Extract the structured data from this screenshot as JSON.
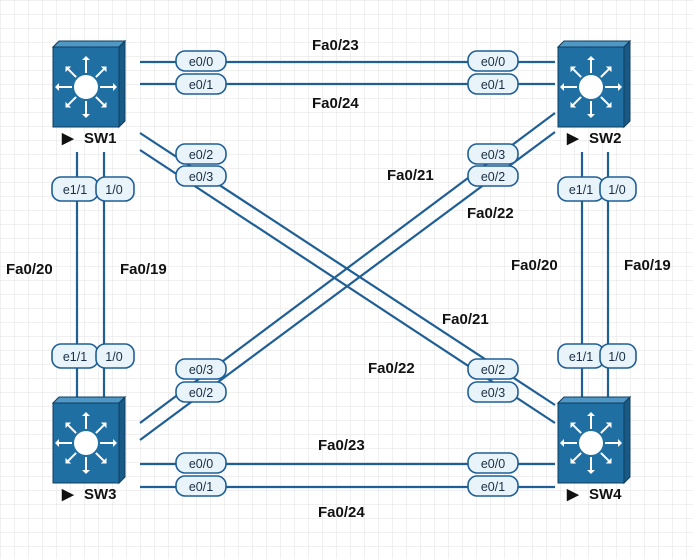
{
  "devices": {
    "sw1": {
      "name": "SW1"
    },
    "sw2": {
      "name": "SW2"
    },
    "sw3": {
      "name": "SW3"
    },
    "sw4": {
      "name": "SW4"
    }
  },
  "device_marker": "▶",
  "ports": {
    "sw1_e00": "e0/0",
    "sw1_e01": "e0/1",
    "sw1_e02": "e0/2",
    "sw1_e03": "e0/3",
    "sw1_e11": "e1/1",
    "sw1_e10": "1/0",
    "sw2_e00": "e0/0",
    "sw2_e01": "e0/1",
    "sw2_e03": "e0/3",
    "sw2_e02": "e0/2",
    "sw2_e11": "e1/1",
    "sw2_e10": "1/0",
    "sw3_e11": "e1/1",
    "sw3_e10": "1/0",
    "sw3_e03": "e0/3",
    "sw3_e02": "e0/2",
    "sw3_e00": "e0/0",
    "sw3_e01": "e0/1",
    "sw4_e11": "e1/1",
    "sw4_e10": "1/0",
    "sw4_e02": "e0/2",
    "sw4_e03": "e0/3",
    "sw4_e00": "e0/0",
    "sw4_e01": "e0/1"
  },
  "links": {
    "sw1_sw2_a": "Fa0/23",
    "sw1_sw2_b": "Fa0/24",
    "sw3_sw4_a": "Fa0/23",
    "sw3_sw4_b": "Fa0/24",
    "sw1_sw3_a": "Fa0/20",
    "sw1_sw3_b": "Fa0/19",
    "sw2_sw4_a": "Fa0/20",
    "sw2_sw4_b": "Fa0/19",
    "sw2_sw3_a": "Fa0/21",
    "sw2_sw3_b": "Fa0/22",
    "sw1_sw4_a": "Fa0/21",
    "sw1_sw4_b": "Fa0/22"
  },
  "colors": {
    "grid": "#dcdcdc",
    "link": "#1f5f95",
    "port_fill": "#e8f3fa",
    "port_stroke": "#1f5f95",
    "switch_front": "#1f6fa3",
    "switch_top": "#4f98c6",
    "switch_side": "#185a86"
  }
}
